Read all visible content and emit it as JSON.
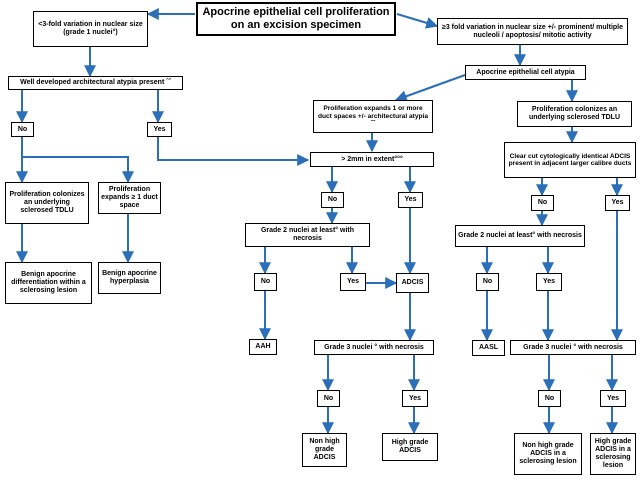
{
  "title": "Apocrine epithelial cell proliferation on an excision specimen",
  "nodes": {
    "lt3fold": "<3-fold variation in nuclear size (grade 1 nuclei°)",
    "ge3fold": "≥3 fold variation in nuclear size +/- prominent/ multiple nucleoli / apoptosis/ mitotic activity",
    "wellDev": "Well developed architectural atypia present ˆˆ",
    "noLeft": "No",
    "yesLeft": "Yes",
    "colonizesLeft": "Proliferation colonizes an underlying sclerosed TDLU",
    "expands1": "Proliferation expands ≥ 1 duct space",
    "benignDiff": "Benign apocrine differentiation within a sclerosing lesion",
    "benignHyper": "Benign apocrine hyperplasia",
    "atypia": "Apocrine epithelial cell atypia",
    "expandsMid": "Proliferation expands 1 or more duct spaces +/- architectural atypia ˆˆ",
    "colonizesRight": "Proliferation colonizes an underlying sclerosed TDLU",
    "gt2mm": "> 2mm in extent°°°",
    "clearCut": "Clear cut cytologically identical ADCIS present in adjacent larger calibre ducts",
    "noMid": "No",
    "yesMid": "Yes",
    "noRight": "No",
    "yesRight": "Yes",
    "grade2Mid": "Grade 2 nuclei at least° with necrosis",
    "grade2Right": "Grade 2 nuclei at least° with necrosis",
    "noG2Mid": "No",
    "yesG2Mid": "Yes",
    "adcis": "ADCIS",
    "noG2Right": "No",
    "yesG2Right": "Yes",
    "aah": "AAH",
    "grade3Mid": "Grade 3 nuclei ° with necrosis",
    "aasl": "AASL",
    "grade3Right": "Grade 3 nuclei ° with necrosis",
    "noG3Mid": "No",
    "yesG3Mid": "Yes",
    "noG3Right": "No",
    "yesG3Right": "Yes",
    "nonHighMid": "Non high grade ADCIS",
    "highMid": "High grade ADCIS",
    "nonHighRight": "Non high grade ADCIS in a sclerosing lesion",
    "highRight": "High grade ADCIS in a sclerosing lesion"
  },
  "colors": {
    "arrow": "#2a6fb8",
    "border": "#000000"
  }
}
